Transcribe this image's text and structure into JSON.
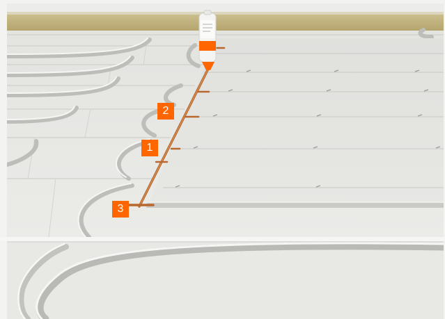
{
  "markers": [
    {
      "label": "2"
    },
    {
      "label": "1"
    },
    {
      "label": "3"
    }
  ],
  "colors": {
    "marker": "#ff6600",
    "adhesive_bead": "#b8682e",
    "panel": "#e4e4e1",
    "insulation": "#c8b98a"
  },
  "icons": {
    "adhesive_bottle": "adhesive-bottle-icon"
  }
}
